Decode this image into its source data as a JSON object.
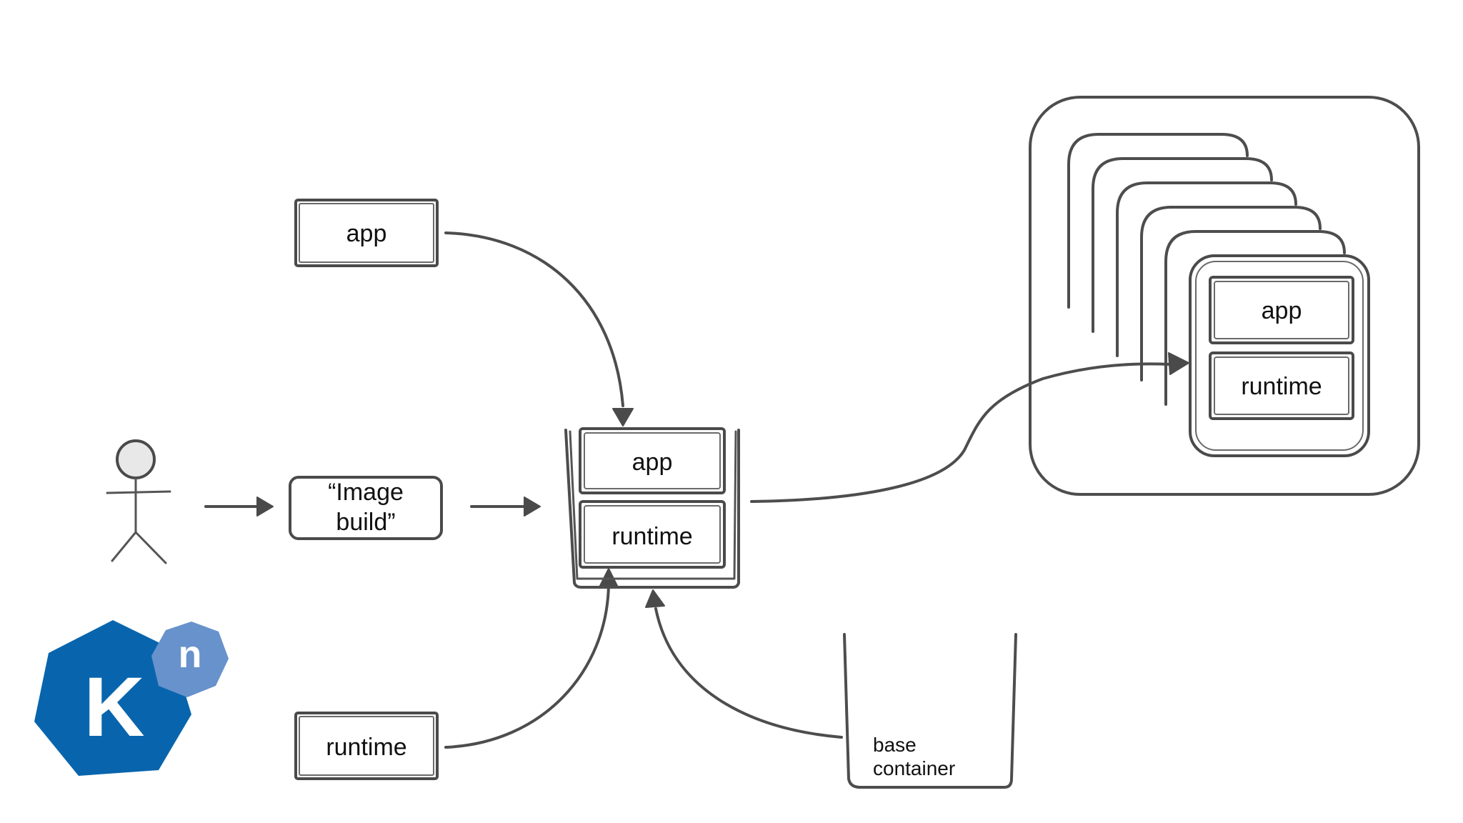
{
  "boxes": {
    "app_source": "app",
    "image_build_line1": "“Image",
    "image_build_line2": "build”",
    "runtime_source": "runtime",
    "image_app": "app",
    "image_runtime": "runtime",
    "base_container_line1": "base",
    "base_container_line2": "container",
    "deployed_app": "app",
    "deployed_runtime": "runtime"
  },
  "logo": {
    "main_letter": "K",
    "badge_letter": "n",
    "main_color": "#0865AD",
    "badge_color": "#6792CC"
  },
  "colors": {
    "stroke": "#4a4a4a",
    "text": "#111111",
    "background": "#ffffff"
  }
}
